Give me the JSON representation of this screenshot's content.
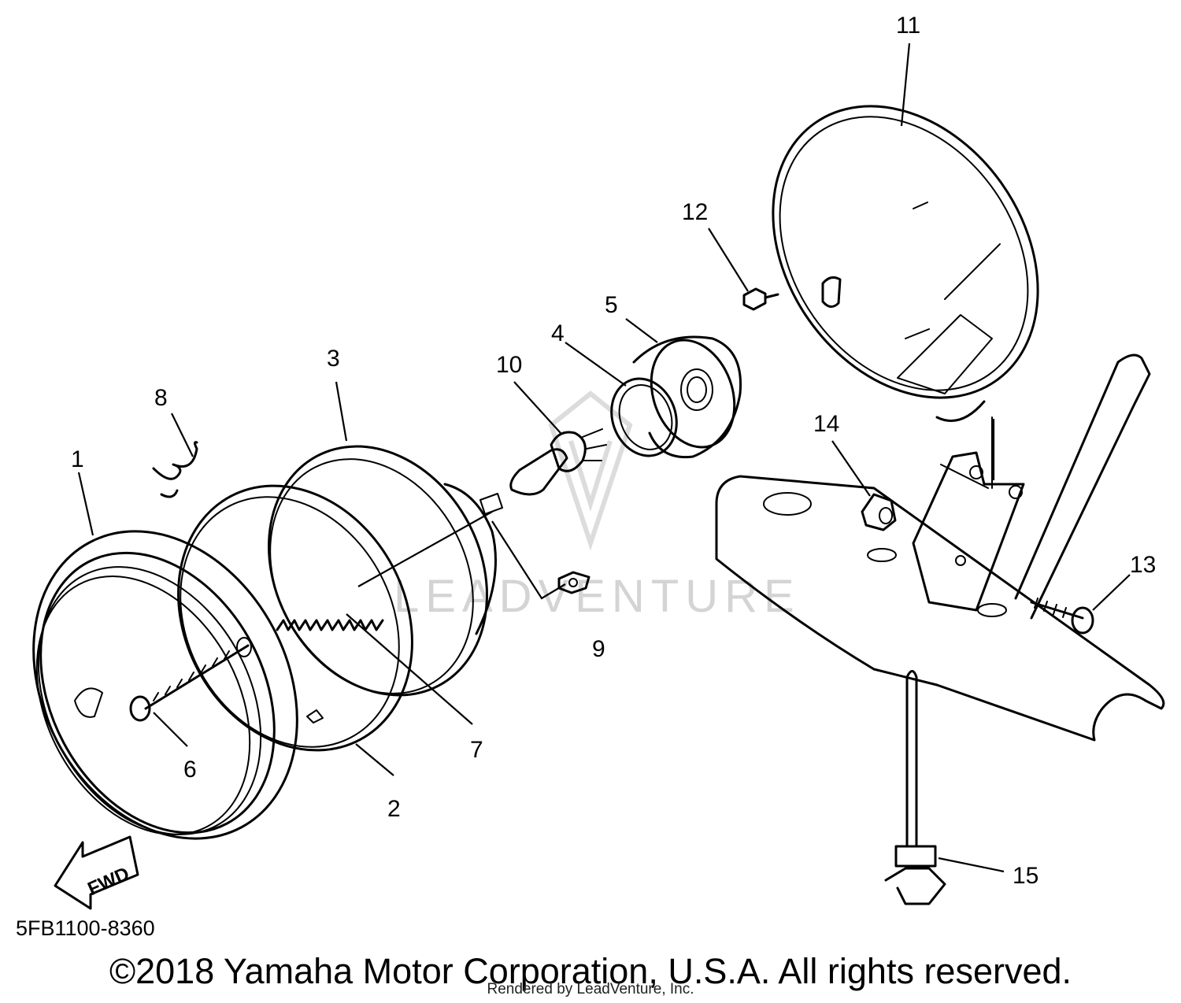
{
  "callouts": {
    "c1": "1",
    "c2": "2",
    "c3": "3",
    "c4": "4",
    "c5": "5",
    "c6": "6",
    "c7": "7",
    "c8": "8",
    "c9": "9",
    "c10": "10",
    "c11": "11",
    "c12": "12",
    "c13": "13",
    "c14": "14",
    "c15": "15"
  },
  "fwd_label": "FWD",
  "diagram_id": "5FB1100-8360",
  "watermark": "LEADVENTURE",
  "copyright": "©2018 Yamaha Motor Corporation, U.S.A. All rights reserved.",
  "rendered_by": "Rendered by LeadVenture, Inc."
}
